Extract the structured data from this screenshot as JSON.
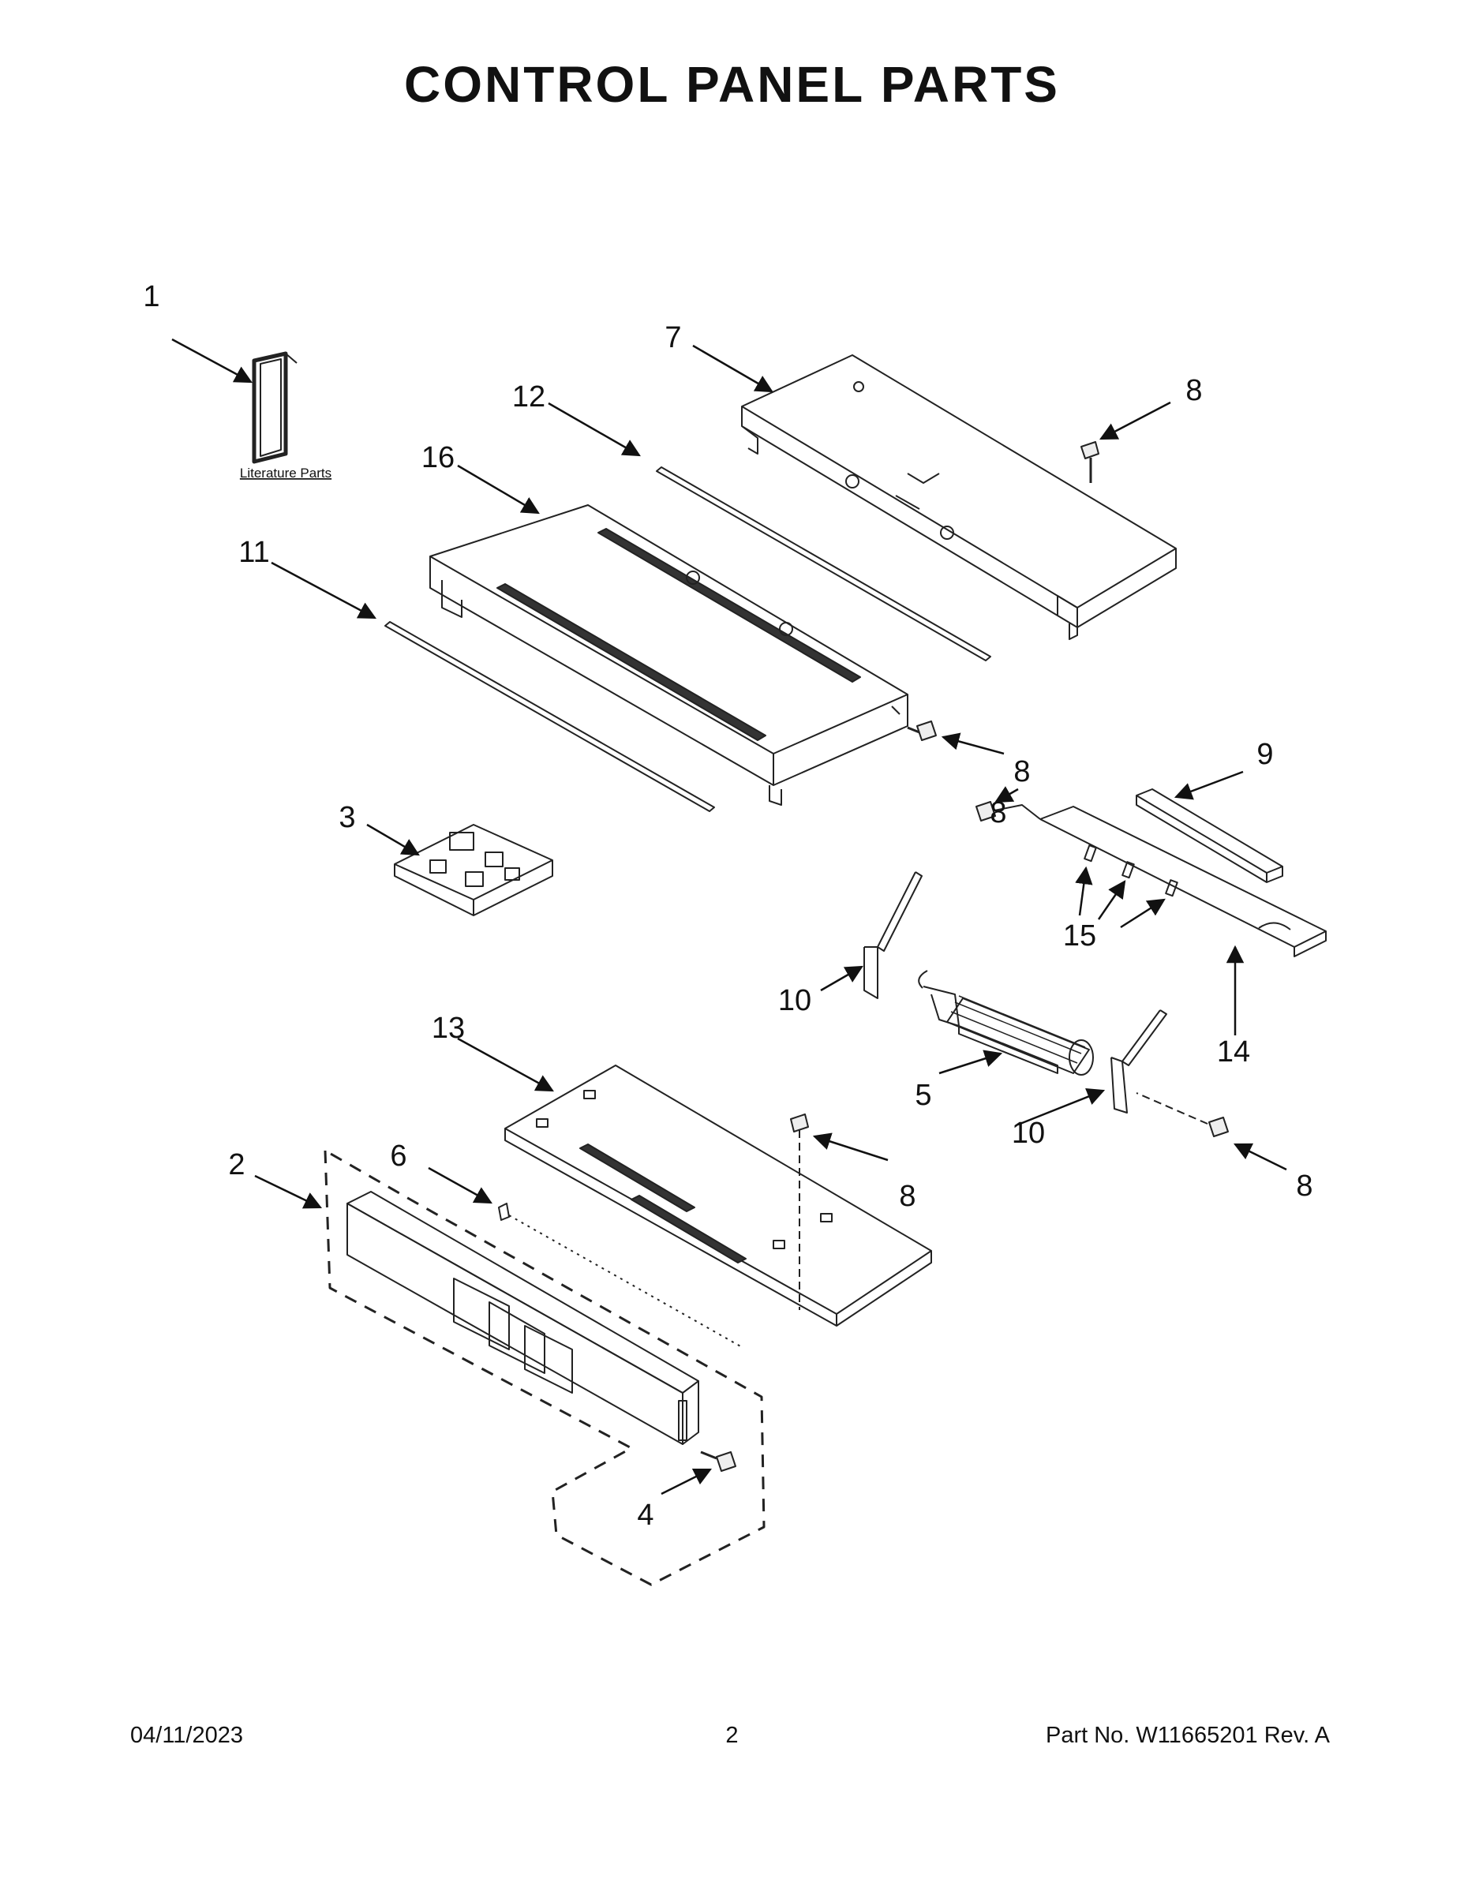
{
  "header": {
    "title": "CONTROL PANEL PARTS"
  },
  "diagram": {
    "literature_label": "Literature Parts",
    "callouts": {
      "c1": "1",
      "c2": "2",
      "c3": "3",
      "c4": "4",
      "c5": "5",
      "c6": "6",
      "c7": "7",
      "c8a": "8",
      "c8b": "8",
      "c8c": "8",
      "c8d": "8",
      "c8e": "8",
      "c9": "9",
      "c10a": "10",
      "c10b": "10",
      "c11": "11",
      "c12": "12",
      "c13": "13",
      "c14": "14",
      "c15": "15",
      "c16": "16"
    }
  },
  "footer": {
    "date": "04/11/2023",
    "page": "2",
    "part_number": "Part No.  W11665201  Rev.  A"
  }
}
